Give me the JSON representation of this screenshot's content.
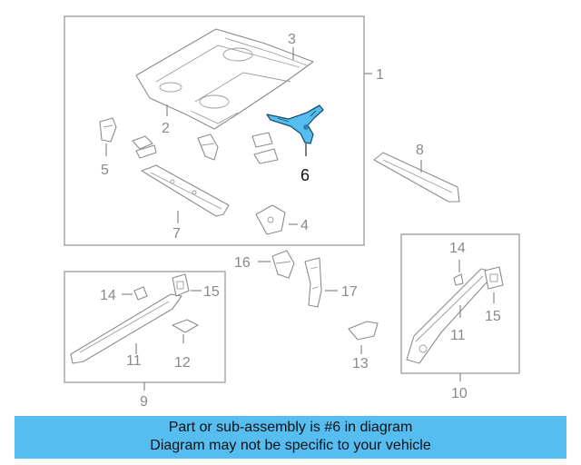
{
  "diagram": {
    "callouts": {
      "c1": "1",
      "c2": "2",
      "c3": "3",
      "c4": "4",
      "c5": "5",
      "c6": "6",
      "c7": "7",
      "c8": "8",
      "c9": "9",
      "c10": "10",
      "c11a": "11",
      "c11b": "11",
      "c12": "12",
      "c13": "13",
      "c14a": "14",
      "c14b": "14",
      "c15a": "15",
      "c15b": "15",
      "c16": "16",
      "c17": "17"
    },
    "highlight_color": "#56bdf0"
  },
  "banner": {
    "line1": "Part or sub-assembly is #6 in diagram",
    "line2": "Diagram may not be specific to your vehicle",
    "color": "#56bdf0"
  }
}
